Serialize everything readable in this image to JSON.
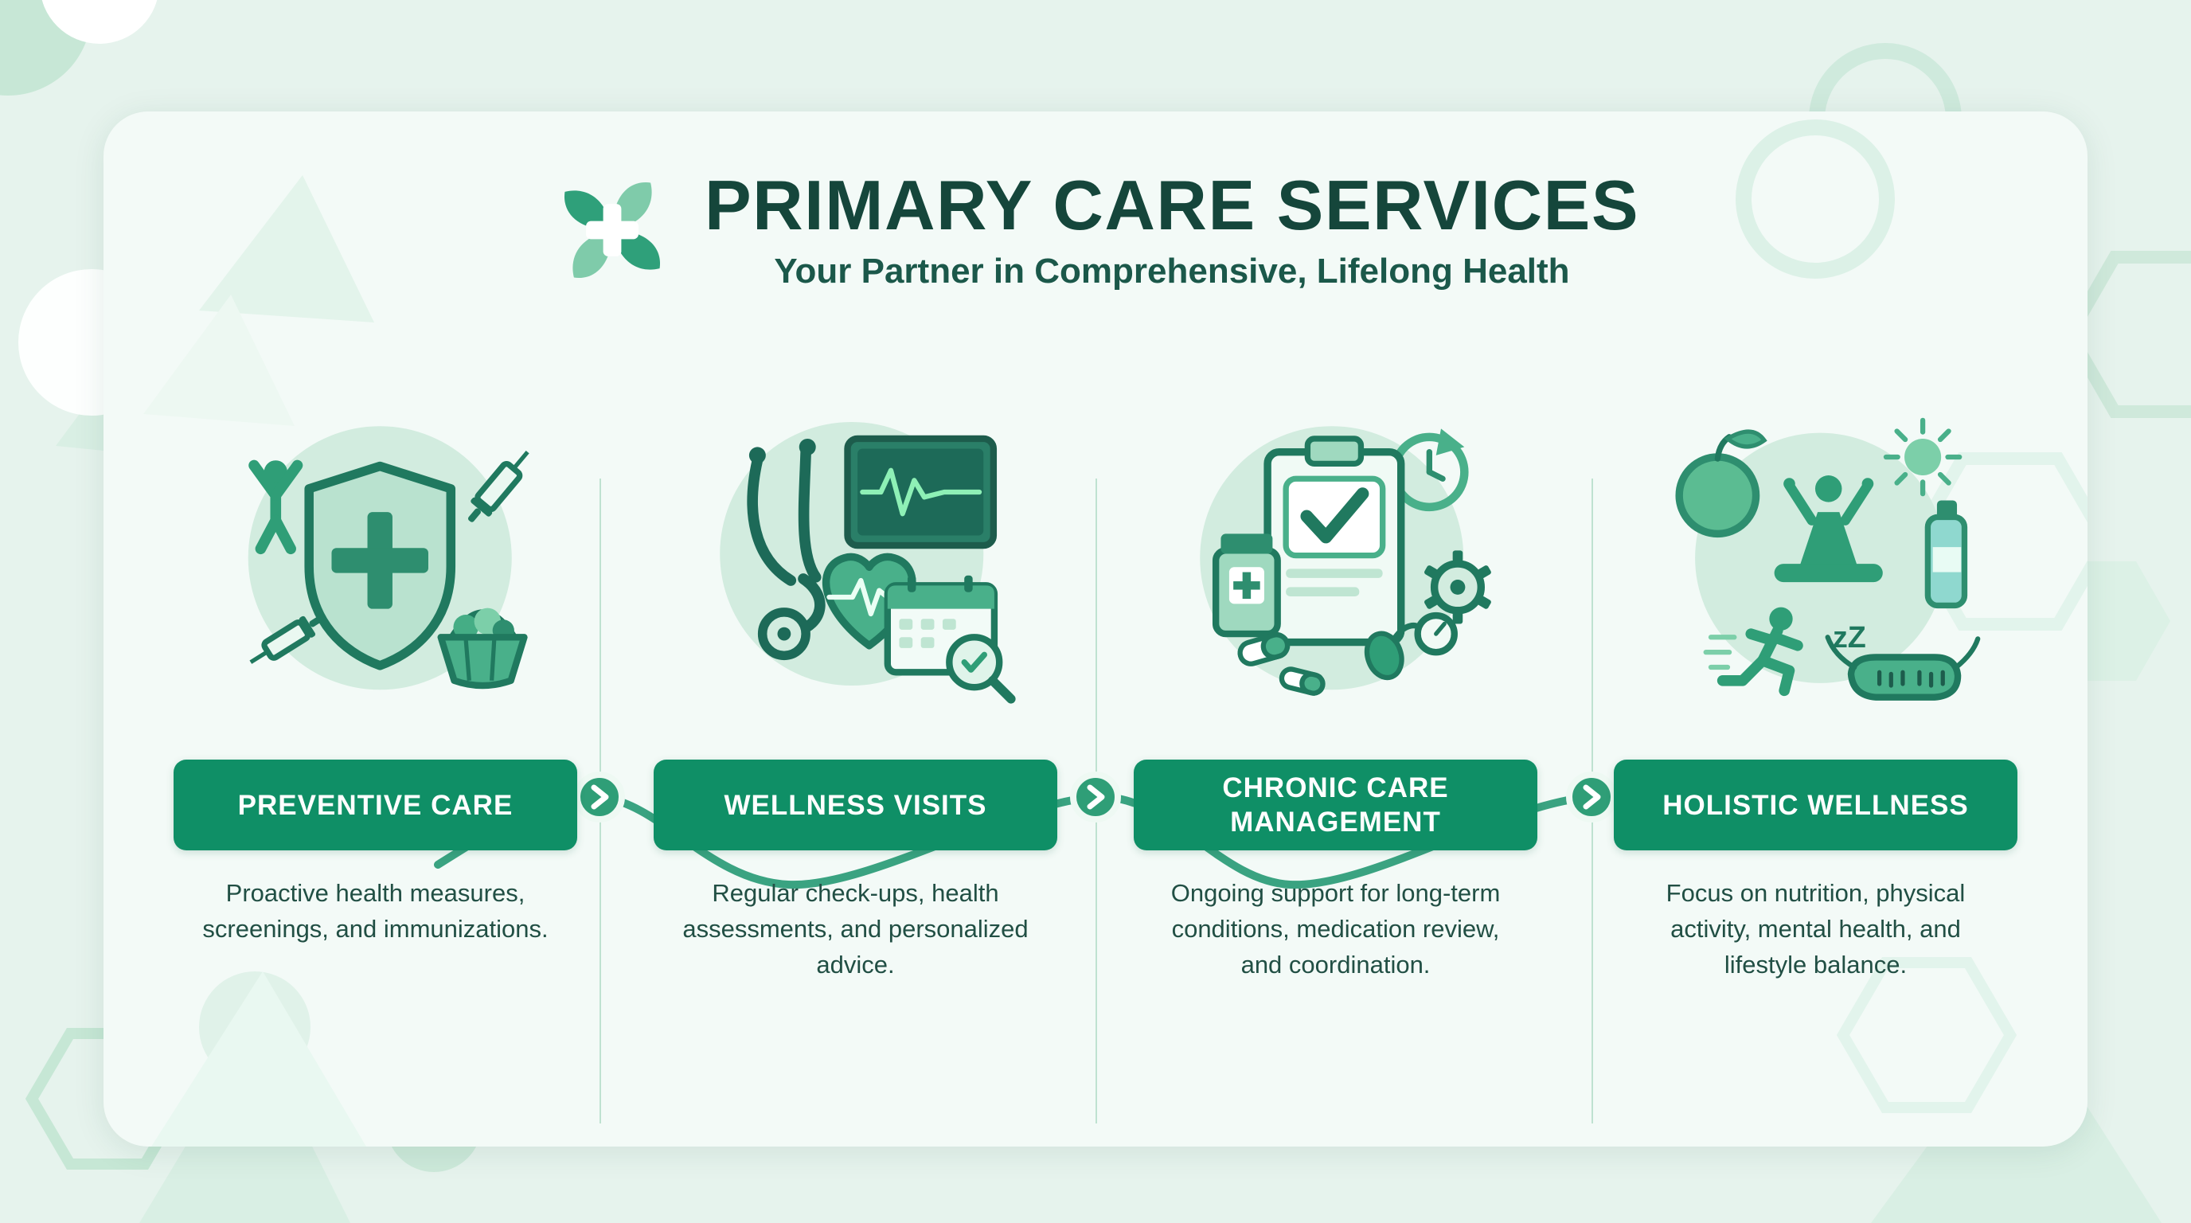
{
  "header": {
    "title": "PRIMARY CARE SERVICES",
    "subtitle": "Your Partner in Comprehensive, Lifelong Health"
  },
  "logo": {
    "icon": "medical-cross-flower-icon"
  },
  "connector": {
    "arrow_icon": "chevron-right-icon"
  },
  "services": [
    {
      "title": "PREVENTIVE CARE",
      "description": "Proactive health measures, screenings, and immunizations.",
      "icon": "preventive-care-shield-icon"
    },
    {
      "title": "WELLNESS VISITS",
      "description": "Regular check-ups, health assessments, and personalized advice.",
      "icon": "wellness-visit-stethoscope-icon"
    },
    {
      "title": "CHRONIC CARE MANAGEMENT",
      "description": "Ongoing support for long-term conditions, medication review, and coordination.",
      "icon": "chronic-care-clipboard-icon"
    },
    {
      "title": "HOLISTIC WELLNESS",
      "description": "Focus on nutrition, physical activity, mental health, and lifestyle balance.",
      "icon": "holistic-wellness-lifestyle-icon",
      "sleep_badge": "zZ"
    }
  ],
  "colors": {
    "page_background": "#e6f3ed",
    "card_background": "#f3faf7",
    "badge_green": "#0f8f66",
    "title_teal": "#15463b",
    "body_teal": "#1f4f44",
    "line_green": "#3aa381"
  }
}
